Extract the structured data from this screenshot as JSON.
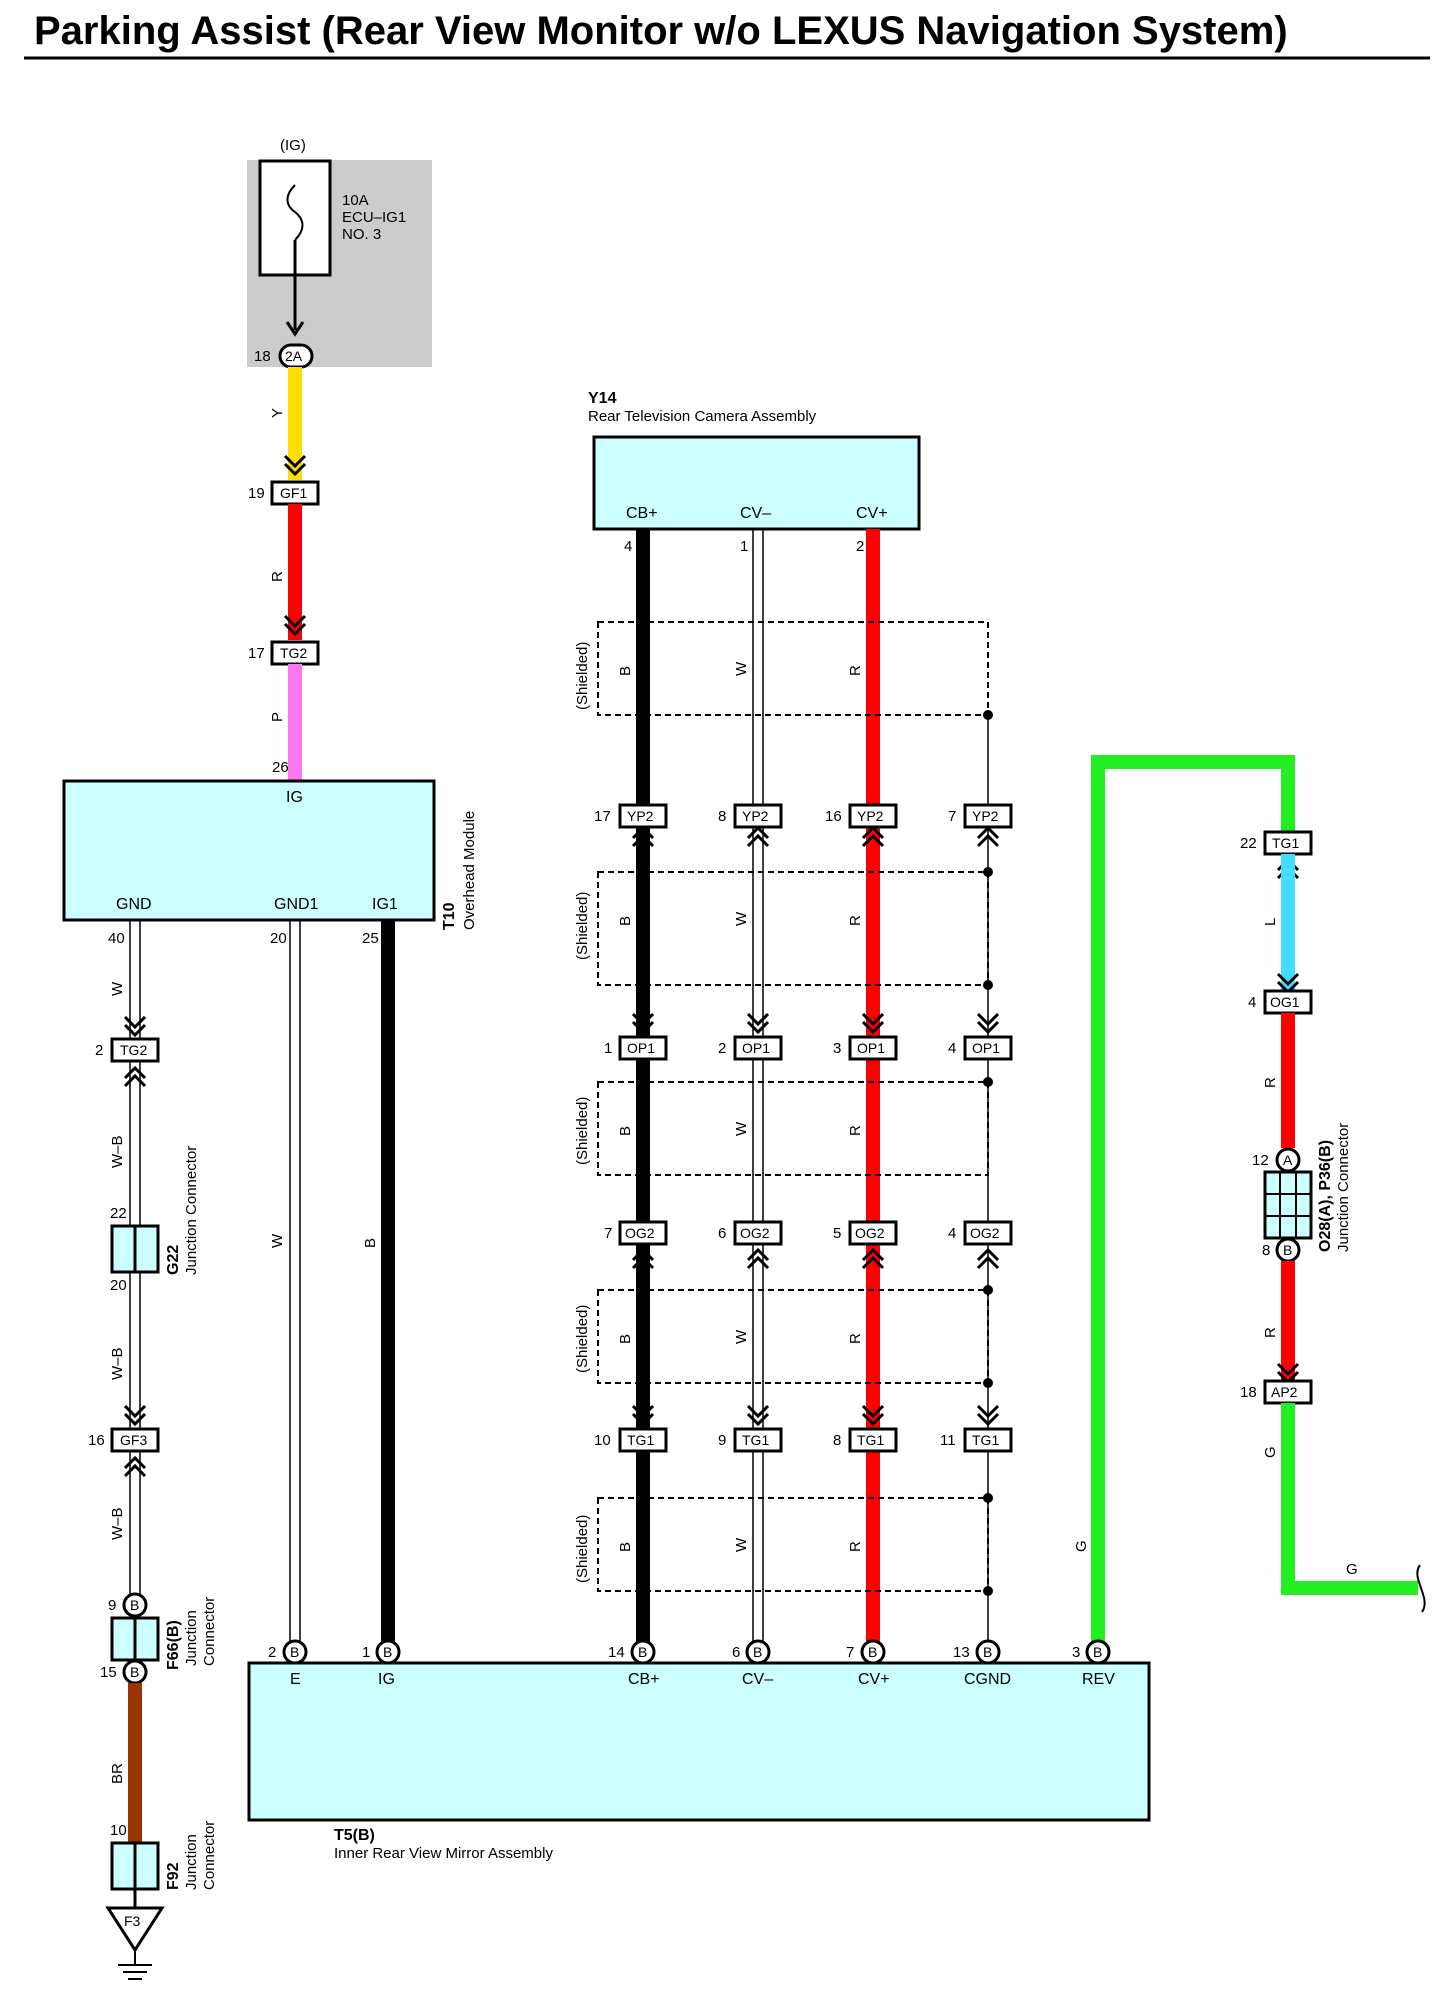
{
  "title": "Parking Assist (Rear View Monitor w/o LEXUS Navigation System)",
  "fuse": {
    "ig": "(IG)",
    "rating": "10A",
    "name": "ECU–IG1",
    "number": "NO. 3",
    "pin": "18",
    "conn": "2A"
  },
  "components": {
    "y14": {
      "id": "Y14",
      "name": "Rear Television Camera Assembly",
      "terms": [
        "CB+",
        "CV–",
        "CV+"
      ],
      "pins": [
        "4",
        "1",
        "2"
      ]
    },
    "t10": {
      "id": "T10",
      "name": "Overhead Module",
      "terms": {
        "ig": "IG",
        "gnd": "GND",
        "gnd1": "GND1",
        "ig1": "IG1"
      },
      "pins": {
        "ig": "26",
        "gnd": "40",
        "gnd1": "20",
        "ig1": "25"
      }
    },
    "t5": {
      "id": "T5(B)",
      "name": "Inner Rear View Mirror Assembly",
      "terms": [
        "E",
        "IG",
        "CB+",
        "CV–",
        "CV+",
        "CGND",
        "REV"
      ],
      "pins": [
        "2",
        "1",
        "14",
        "6",
        "7",
        "13",
        "3"
      ],
      "conn": "B"
    },
    "g22": {
      "id": "G22",
      "name": "Junction Connector",
      "pins": [
        "22",
        "20"
      ]
    },
    "f66": {
      "id": "F66(B)",
      "name1": "Junction",
      "name2": "Connector",
      "pins": [
        "9",
        "15"
      ],
      "conn": "B"
    },
    "f92": {
      "id": "F92",
      "name1": "Junction",
      "name2": "Connector",
      "pin": "10"
    },
    "o28": {
      "id": "O28(A), P36(B)",
      "name": "Junction Connector",
      "pins": [
        "12",
        "8"
      ],
      "conns": [
        "A",
        "B"
      ]
    },
    "ground": {
      "id": "F3"
    }
  },
  "connectors": {
    "gf1": {
      "name": "GF1",
      "pin": "19"
    },
    "tg2_top": {
      "name": "TG2",
      "pin": "17"
    },
    "tg2_left": {
      "name": "TG2",
      "pin": "2"
    },
    "gf3": {
      "name": "GF3",
      "pin": "16"
    },
    "yp2": {
      "name": "YP2",
      "pins": [
        "17",
        "8",
        "16",
        "7"
      ]
    },
    "op1": {
      "name": "OP1",
      "pins": [
        "1",
        "2",
        "3",
        "4"
      ]
    },
    "og2": {
      "name": "OG2",
      "pins": [
        "7",
        "6",
        "5",
        "4"
      ]
    },
    "tg1": {
      "name": "TG1",
      "pins": [
        "10",
        "9",
        "8",
        "11"
      ]
    },
    "tg1_right": {
      "name": "TG1",
      "pin": "22"
    },
    "og1_right": {
      "name": "OG1",
      "pin": "4"
    },
    "ap2": {
      "name": "AP2",
      "pin": "18"
    }
  },
  "shield_label": "(Shielded)",
  "wire_colors": {
    "y": "Y",
    "r": "R",
    "p": "P",
    "w": "W",
    "b": "B",
    "wb": "W–B",
    "br": "BR",
    "g": "G",
    "l": "L"
  },
  "colors": {
    "component_fill": "#ccffff",
    "fuse_box": "#cccccc",
    "yellow": "#ffdd00",
    "red": "#ff0000",
    "pink": "#ff77ee",
    "black": "#000000",
    "green": "#22ee22",
    "cyan": "#44ddff",
    "brown": "#993300"
  }
}
